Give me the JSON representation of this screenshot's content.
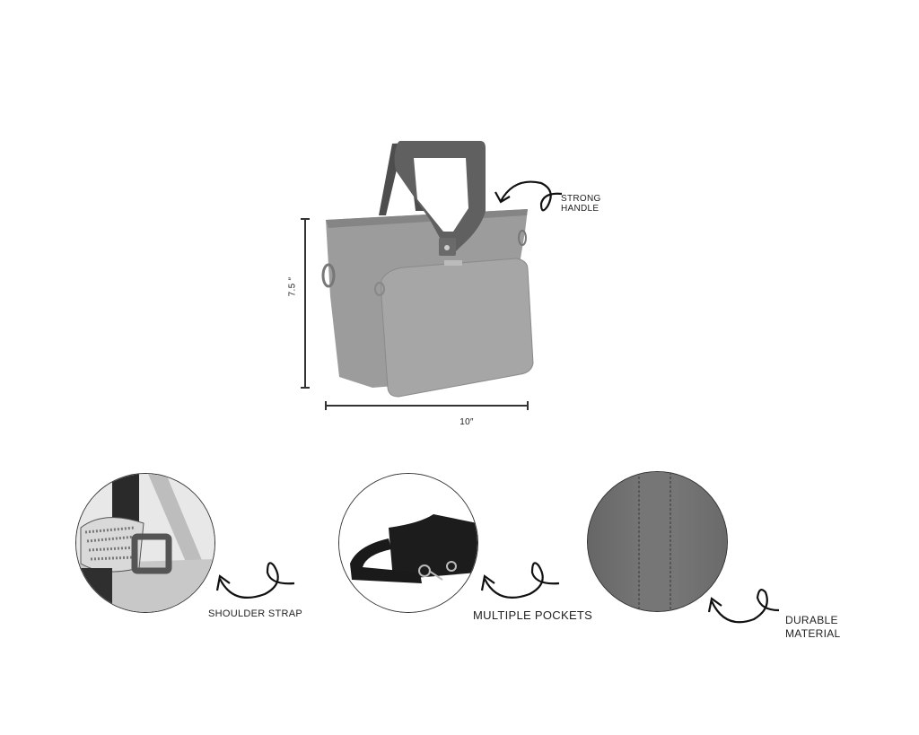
{
  "product": {
    "name": "tote-bag-with-pouch",
    "image_tone": "grayscale",
    "dimensions": {
      "height_label": "7.5 ″",
      "width_label": "10″"
    }
  },
  "callouts": {
    "strong_handle": {
      "line1": "STRONG",
      "line2": "HANDLE"
    },
    "shoulder_strap": {
      "text": "SHOULDER STRAP"
    },
    "multiple_pockets": {
      "text": "MULTIPLE POCKETS"
    },
    "durable_material": {
      "line1": "DURABLE",
      "line2": "MATERIAL"
    }
  },
  "colors": {
    "background": "#ffffff",
    "bag_body": "#9a9a9a",
    "bag_pouch": "#a3a3a3",
    "handle": "#5e5e5e",
    "ink": "#222222",
    "pouch_black": "#1c1c1c",
    "material_gray": "#6f6f6f"
  }
}
